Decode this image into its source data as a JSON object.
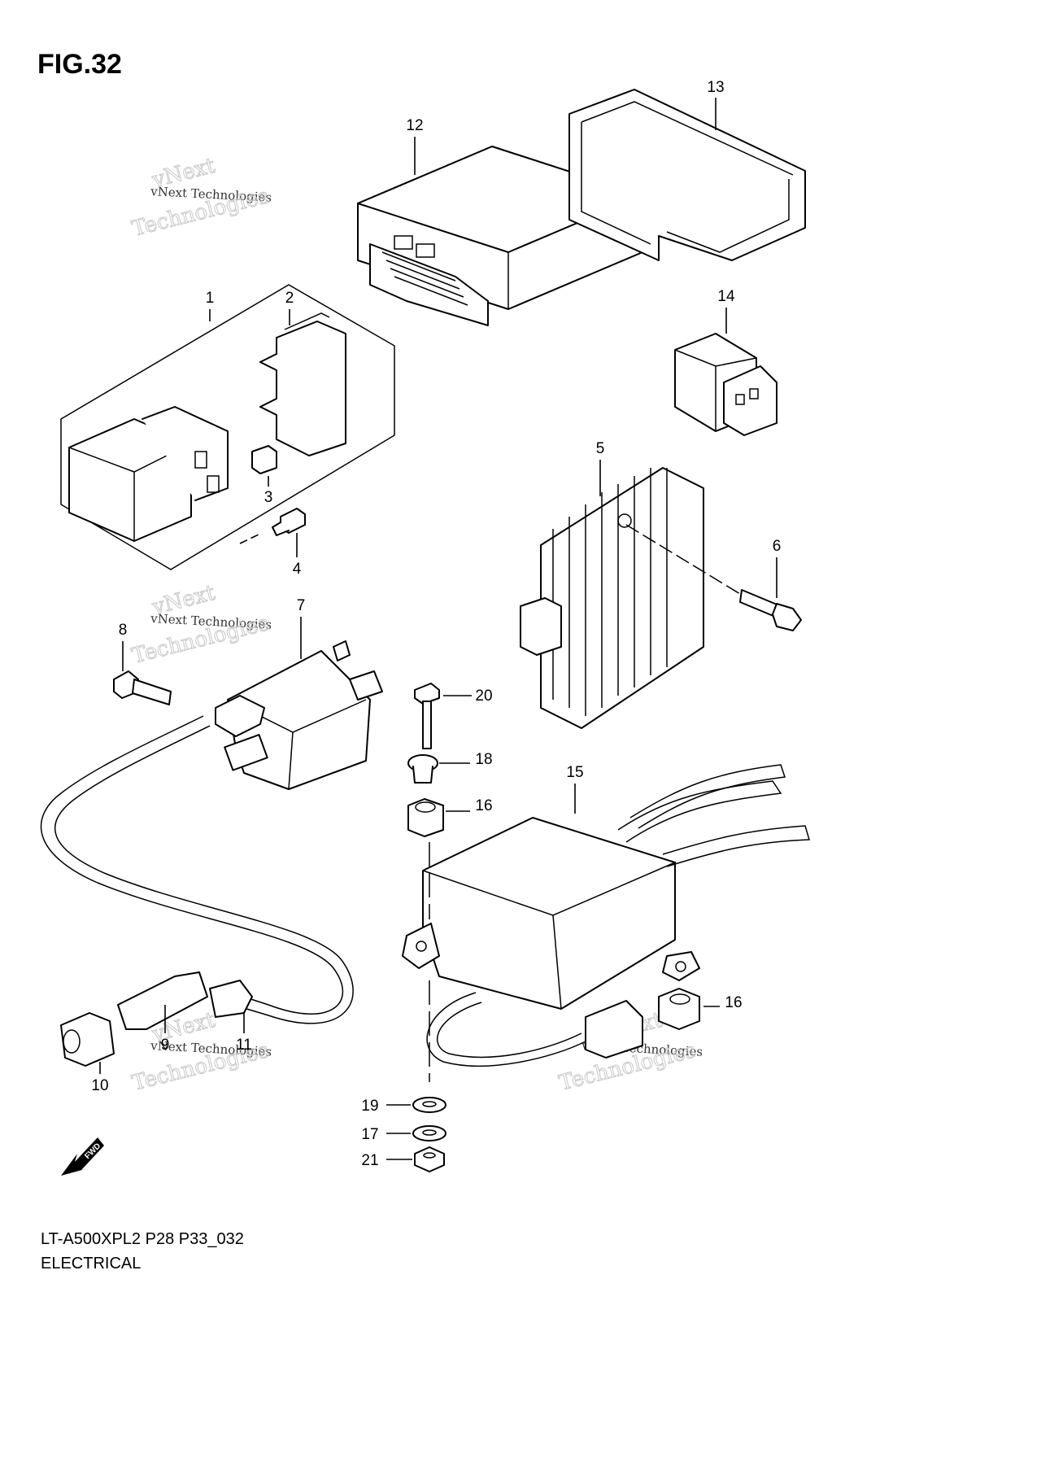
{
  "figure": {
    "title": "FIG.32"
  },
  "footer": {
    "code": "LT-A500XPL2 P28 P33_032",
    "name": "ELECTRICAL"
  },
  "watermark": {
    "line1": "vNext Technologies",
    "line2": "Technologies",
    "line3": "vNext"
  },
  "direction_arrow": {
    "label": "FWD"
  },
  "callouts": {
    "c1": "1",
    "c2": "2",
    "c3": "3",
    "c4": "4",
    "c5": "5",
    "c6": "6",
    "c7": "7",
    "c8": "8",
    "c9": "9",
    "c10": "10",
    "c11": "11",
    "c12": "12",
    "c13": "13",
    "c14": "14",
    "c15": "15",
    "c16a": "16",
    "c16b": "16",
    "c17": "17",
    "c18": "18",
    "c19": "19",
    "c20": "20",
    "c21": "21"
  }
}
